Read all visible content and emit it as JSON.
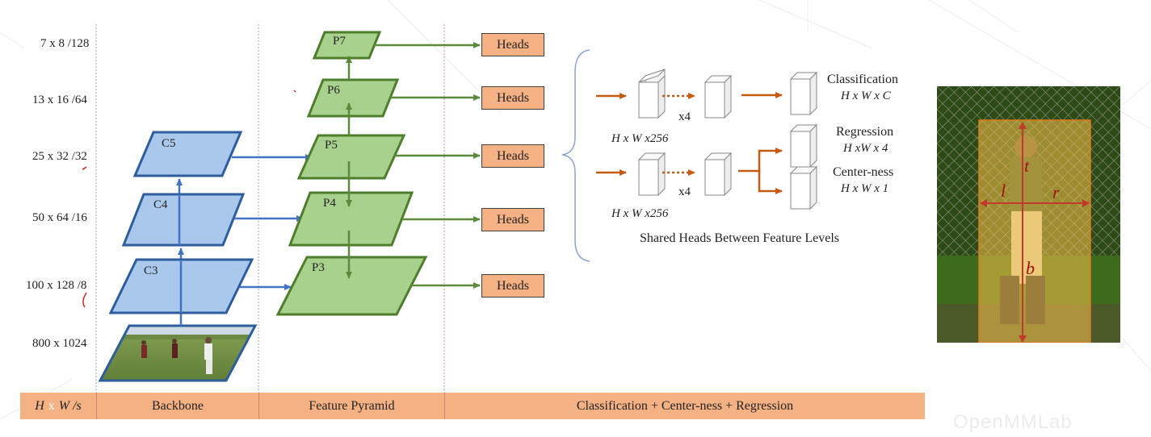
{
  "scales": [
    "7 x 8 /128",
    "13 x 16 /64",
    "25 x 32 /32",
    "50 x 64 /16",
    "100 x 128 /8",
    "800 x 1024"
  ],
  "backbone_levels": [
    "C5",
    "C4",
    "C3"
  ],
  "pyramid_levels": [
    "P7",
    "P6",
    "P5",
    "P4",
    "P3"
  ],
  "heads_label": "Heads",
  "shared_heads": {
    "dim_top": "H x W x256",
    "dim_bottom": "H x W x256",
    "repeat_top": "x4",
    "repeat_bottom": "x4",
    "classification": "Classification",
    "classification_dim": "H x W x C",
    "regression": "Regression",
    "regression_dim": "H xW x 4",
    "centerness": "Center-ness",
    "centerness_dim": "H x W x 1",
    "caption": "Shared Heads Between Feature Levels"
  },
  "footer": {
    "hws_h": "H",
    "hws_x": "x",
    "hws_w": "W /s",
    "backbone": "Backbone",
    "pyramid": "Feature Pyramid",
    "heads": "Classification + Center-ness + Regression"
  },
  "photo_labels": {
    "t": "t",
    "l": "l",
    "r": "r",
    "b": "b"
  },
  "watermark": "OpenMMLab",
  "colors": {
    "backbone_fill": "#a9c8ec",
    "backbone_stroke": "#2e5d9e",
    "pyramid_fill": "#a9d18e",
    "pyramid_stroke": "#4e7d2c",
    "head_fill": "#f4b183",
    "arrow_blue": "#4472c4",
    "arrow_green": "#5b8a3a",
    "arrow_orange": "#c55a11",
    "footer_bg": "#f4b183"
  }
}
